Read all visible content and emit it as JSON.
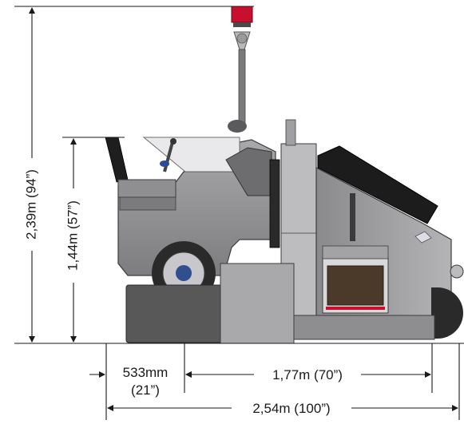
{
  "dimensions": {
    "overall_height": "2,39m (94”)",
    "cab_height": "1,44m (57”)",
    "front_overhang_line1": "533mm",
    "front_overhang_line2": "(21”)",
    "wheelbase": "1,77m (70”)",
    "overall_length": "2,54m (100”)"
  },
  "colors": {
    "beacon": "#c8102e",
    "chassis": "#8c8c8e",
    "hopper": "#1c1c1c",
    "panel": "#9e9ea0",
    "line": "#1a1a1a"
  },
  "icons": {
    "beacon": "warning-beacon-icon",
    "wheel": "wheel-icon"
  }
}
